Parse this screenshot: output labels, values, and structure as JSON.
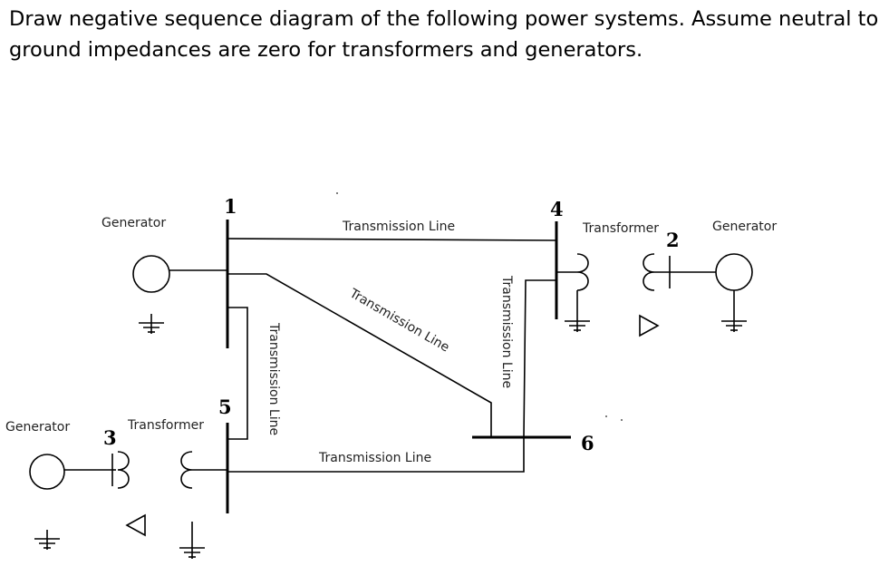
{
  "question": {
    "line1": "Draw negative sequence diagram of the following power systems.  Assume neutral to",
    "line2": "ground impedances are zero for transformers and generators."
  },
  "labels": {
    "gen_1": "Generator",
    "gen_2": "Generator",
    "gen_3": "Generator",
    "tl_top": "Transmission Line",
    "tl_diag": "Transmission Line",
    "tl_vert_left": "Transmission Line",
    "tl_vert_right": "Transmission Line",
    "tl_bottom": "Transmission Line",
    "xf_right": "Transformer",
    "xf_left": "Transformer"
  },
  "bus_numbers": {
    "b1": "1",
    "b2": "2",
    "b3": "3",
    "b4": "4",
    "b5": "5",
    "b6": "6"
  },
  "icons": {
    "delta_winding": "delta-icon",
    "ground": "ground-icon",
    "generator": "generator-circle-icon"
  }
}
